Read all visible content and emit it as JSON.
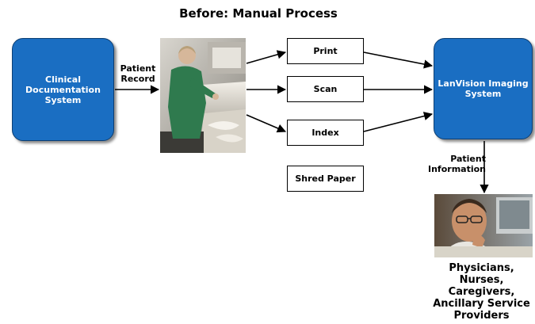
{
  "title": "Before: Manual Process",
  "nodes": {
    "clinical": "Clinical\nDocumentation\nSystem",
    "lanvision": "LanVision Imaging\nSystem",
    "print": "Print",
    "scan": "Scan",
    "index": "Index",
    "shred": "Shred Paper"
  },
  "edge_labels": {
    "patient_record": "Patient\nRecord",
    "patient_information": "Patient\nInformation"
  },
  "providers": [
    "Physicians,",
    "Nurses,",
    "Caregivers,",
    "Ancillary Service",
    "Providers"
  ],
  "colors": {
    "box_fill": "#1a6ec2",
    "box_border": "#0d3f73",
    "arrow": "#000000"
  }
}
